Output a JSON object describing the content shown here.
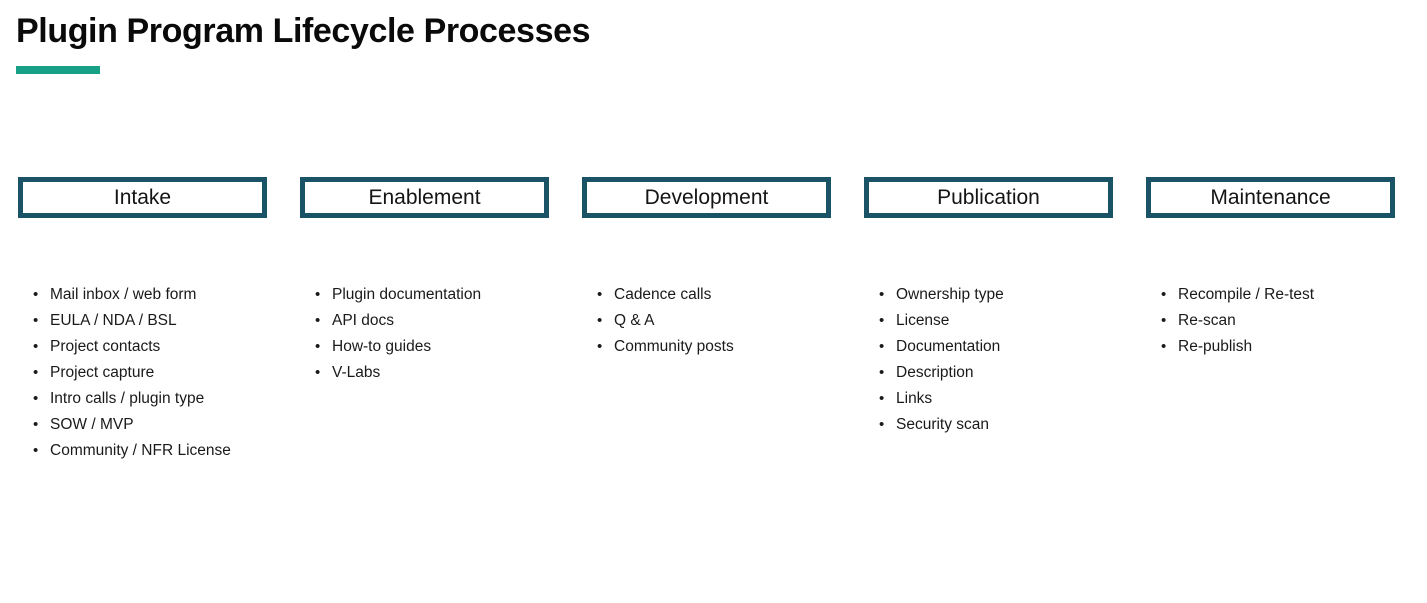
{
  "slide": {
    "title": "Plugin Program Lifecycle Processes",
    "accent_color": "#16a085",
    "box_border_color": "#1a5266",
    "text_color": "#1a1a1a",
    "background_color": "#ffffff",
    "bullet_glyph": "•"
  },
  "columns": [
    {
      "phase": "Intake",
      "items": [
        "Mail inbox / web form",
        "EULA / NDA / BSL",
        "Project contacts",
        "Project capture",
        "Intro calls / plugin type",
        "SOW / MVP",
        "Community / NFR License"
      ]
    },
    {
      "phase": "Enablement",
      "items": [
        "Plugin documentation",
        "API docs",
        "How-to guides",
        "V-Labs"
      ]
    },
    {
      "phase": "Development",
      "items": [
        "Cadence calls",
        "Q & A",
        "Community posts"
      ]
    },
    {
      "phase": "Publication",
      "items": [
        "Ownership type",
        "License",
        "Documentation",
        "Description",
        "Links",
        "Security scan"
      ]
    },
    {
      "phase": "Maintenance",
      "items": [
        "Recompile / Re-test",
        "Re-scan",
        "Re-publish"
      ]
    }
  ]
}
